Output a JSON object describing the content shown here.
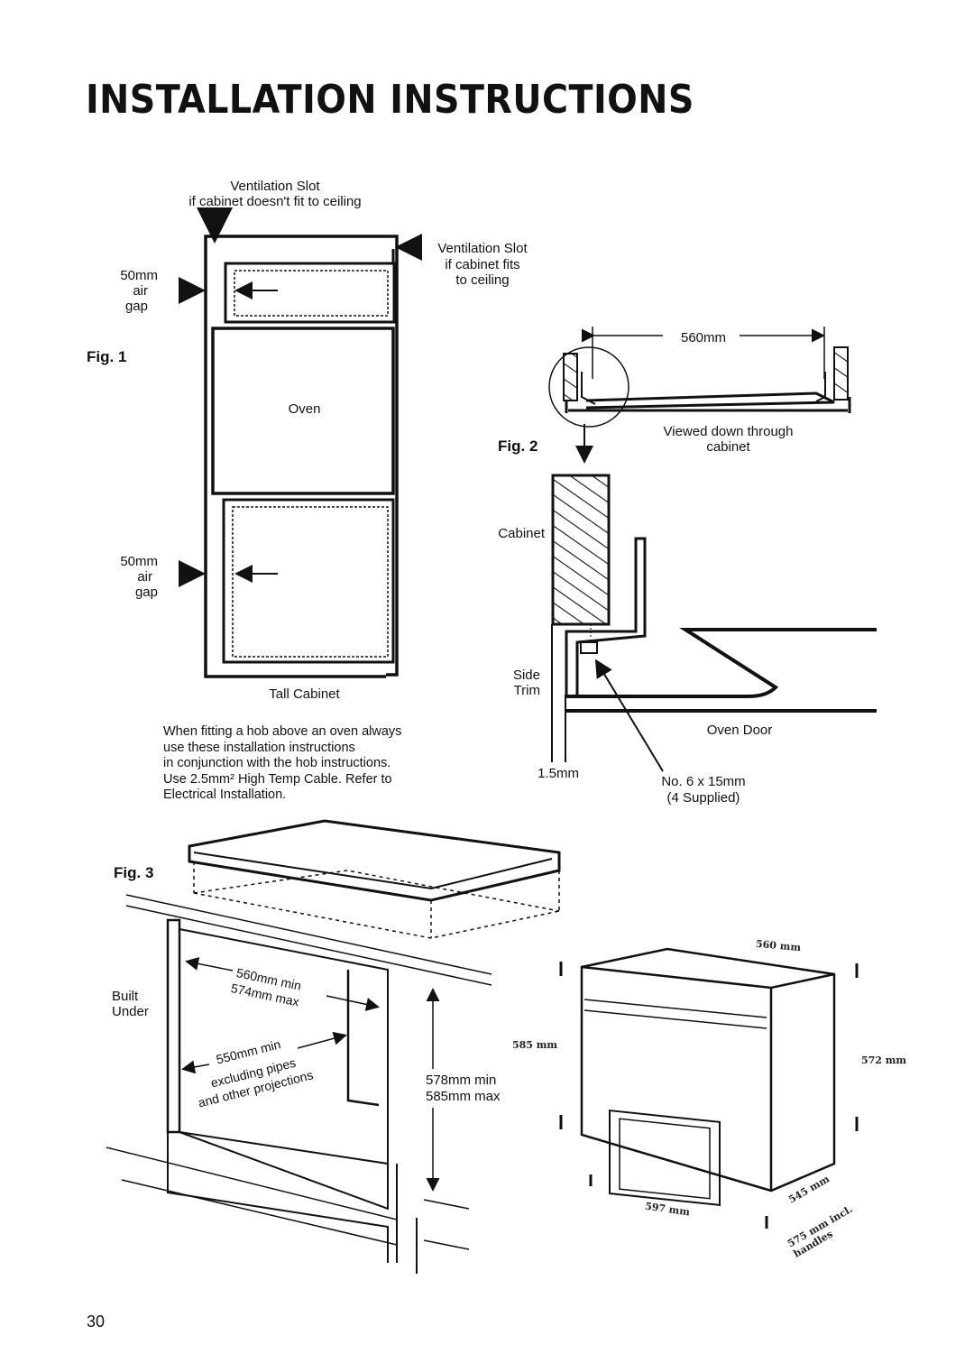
{
  "title": "INSTALLATION INSTRUCTIONS",
  "page_number": "30",
  "fig1": {
    "label": "Fig. 1",
    "vent_top_line1": "Ventilation Slot",
    "vent_top_line2": "if cabinet doesn't fit to ceiling",
    "vent_side_line1": "Ventilation Slot",
    "vent_side_line2": "if cabinet fits",
    "vent_side_line3": "to ceiling",
    "gap_top": [
      "50mm",
      "air",
      "gap"
    ],
    "gap_bottom": [
      "50mm",
      "air",
      "gap"
    ],
    "oven": "Oven",
    "cabinet": "Tall Cabinet"
  },
  "note": {
    "line1": "When fitting a hob above an oven always",
    "line2": "use these installation instructions",
    "line3": "in conjunction with the hob instructions.",
    "line4": "Use 2.5mm² High Temp Cable. Refer to",
    "line5": "Electrical Installation."
  },
  "fig2": {
    "label": "Fig. 2",
    "width": "560mm",
    "view_line1": "Viewed down through",
    "view_line2": "cabinet",
    "cabinet": "Cabinet",
    "side_trim_line1": "Side",
    "side_trim_line2": "Trim",
    "oven_door": "Oven Door",
    "gap": "1.5mm",
    "screw_line1": "No. 6 x 15mm",
    "screw_line2": "(4 Supplied)"
  },
  "fig3": {
    "label": "Fig. 3",
    "built_line1": "Built",
    "built_line2": "Under",
    "width_min": "560mm min",
    "width_max": "574mm max",
    "depth_line1": "550mm min",
    "depth_line2": "excluding pipes",
    "depth_line3": "and other projections",
    "height_min": "578mm min",
    "height_max": "585mm max"
  },
  "oven_dims": {
    "top": "560 mm",
    "left": "585 mm",
    "right": "572 mm",
    "bottom": "597 mm",
    "diag1": "545 mm",
    "diag2": "575 mm incl. handles"
  }
}
